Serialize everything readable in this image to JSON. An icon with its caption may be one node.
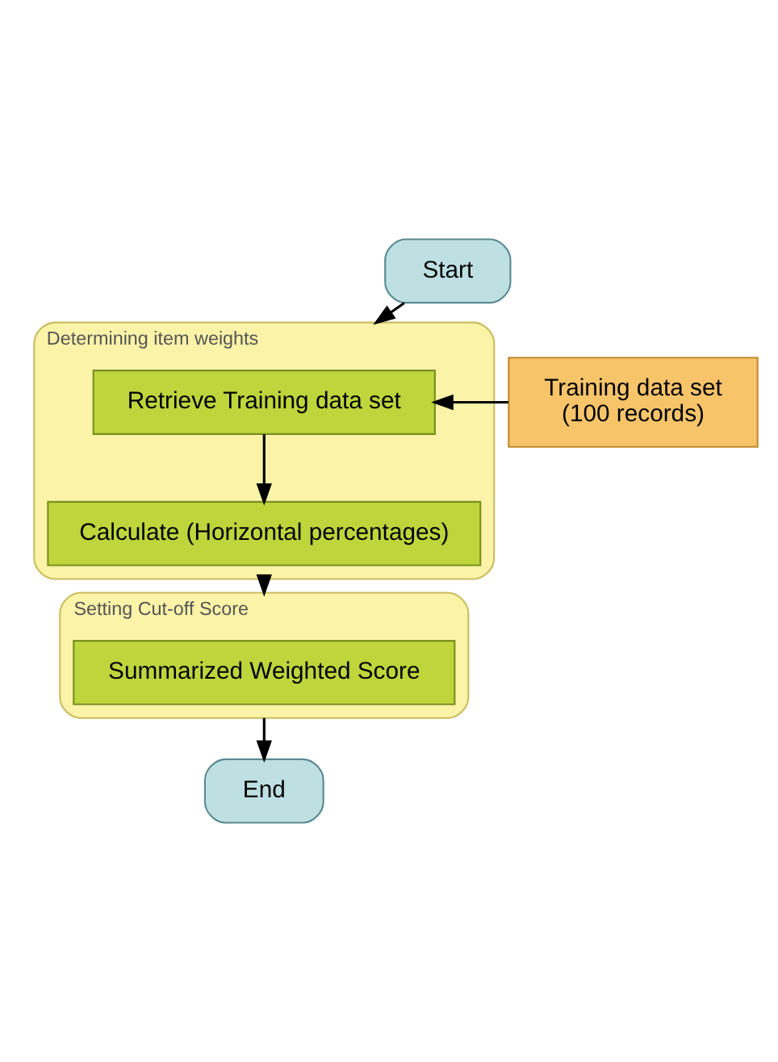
{
  "diagram": {
    "nodes": [
      {
        "text": [
          "Start"
        ]
      },
      {
        "text": [
          "Determining item weights"
        ]
      },
      {
        "text": [
          "Retrieve Training data set"
        ],
        "in": 1
      },
      {
        "text": [
          "Calculate (Horizontal percentages)"
        ],
        "in": 1
      },
      {
        "text": [
          "Training data set",
          "(100 records)"
        ]
      },
      {
        "text": [
          "Setting Cut-off Score"
        ]
      },
      {
        "text": [
          "Summarized Weighted Score"
        ],
        "in": 5
      },
      {
        "text": [
          "End"
        ]
      }
    ],
    "edges": [
      {
        "from": 0,
        "to": 1,
        "arrow": "to"
      },
      {
        "from": 4,
        "to": 2,
        "arrow": "to"
      },
      {
        "from": 2,
        "to": 3,
        "arrow": "to"
      },
      {
        "from": 1,
        "to": 5,
        "arrow": "to"
      },
      {
        "from": 5,
        "to": 7,
        "arrow": "to"
      }
    ]
  }
}
